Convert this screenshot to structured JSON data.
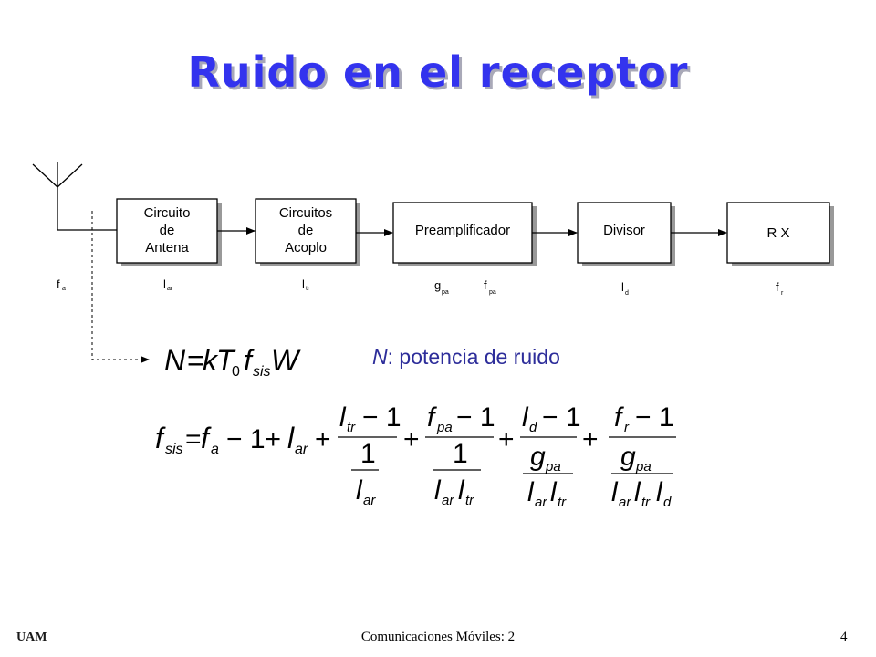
{
  "slide": {
    "title": "Ruido en el receptor",
    "footer": "Comunicaciones Móviles: 2",
    "page_number": "4",
    "logo_text": "UAM"
  },
  "diagram": {
    "blocks": [
      {
        "lines": [
          "Circuito",
          "de",
          "Antena"
        ]
      },
      {
        "lines": [
          "Circuitos",
          "de",
          "Acoplo"
        ]
      },
      {
        "lines": [
          "Preamplificador"
        ]
      },
      {
        "lines": [
          "Divisor"
        ]
      },
      {
        "lines": [
          "R  X"
        ]
      }
    ],
    "symbols": [
      {
        "base": "f",
        "sub": "a"
      },
      {
        "base": "l",
        "sub": "ar"
      },
      {
        "base": "l",
        "sub": "tr"
      },
      {
        "base": "g",
        "sub": "pa"
      },
      {
        "base": "f",
        "sub": "pa"
      },
      {
        "base": "l",
        "sub": "d"
      },
      {
        "base": "f",
        "sub": "r"
      }
    ]
  },
  "equations": {
    "noise_power": {
      "N": "N",
      "eq": "=",
      "k": "k",
      "T": "T",
      "T_sub": "0",
      "f": "f",
      "f_sub": "sis",
      "W": "W"
    },
    "noise_label": {
      "symbol": "N",
      "text": ": potencia de ruido"
    },
    "system_factor": {
      "lhs": "f",
      "lhs_sub": "sis",
      "eq": "=",
      "fa": "f",
      "fa_sub": "a",
      "minus1": "− 1+",
      "lar": "l",
      "lar_sub": "ar",
      "plus": "+",
      "one": "1",
      "minus_one": "− 1",
      "l": "l",
      "f": "f",
      "g": "g",
      "s_tr": "tr",
      "s_ar": "ar",
      "s_pa": "pa",
      "s_d": "d",
      "s_r": "r"
    }
  }
}
